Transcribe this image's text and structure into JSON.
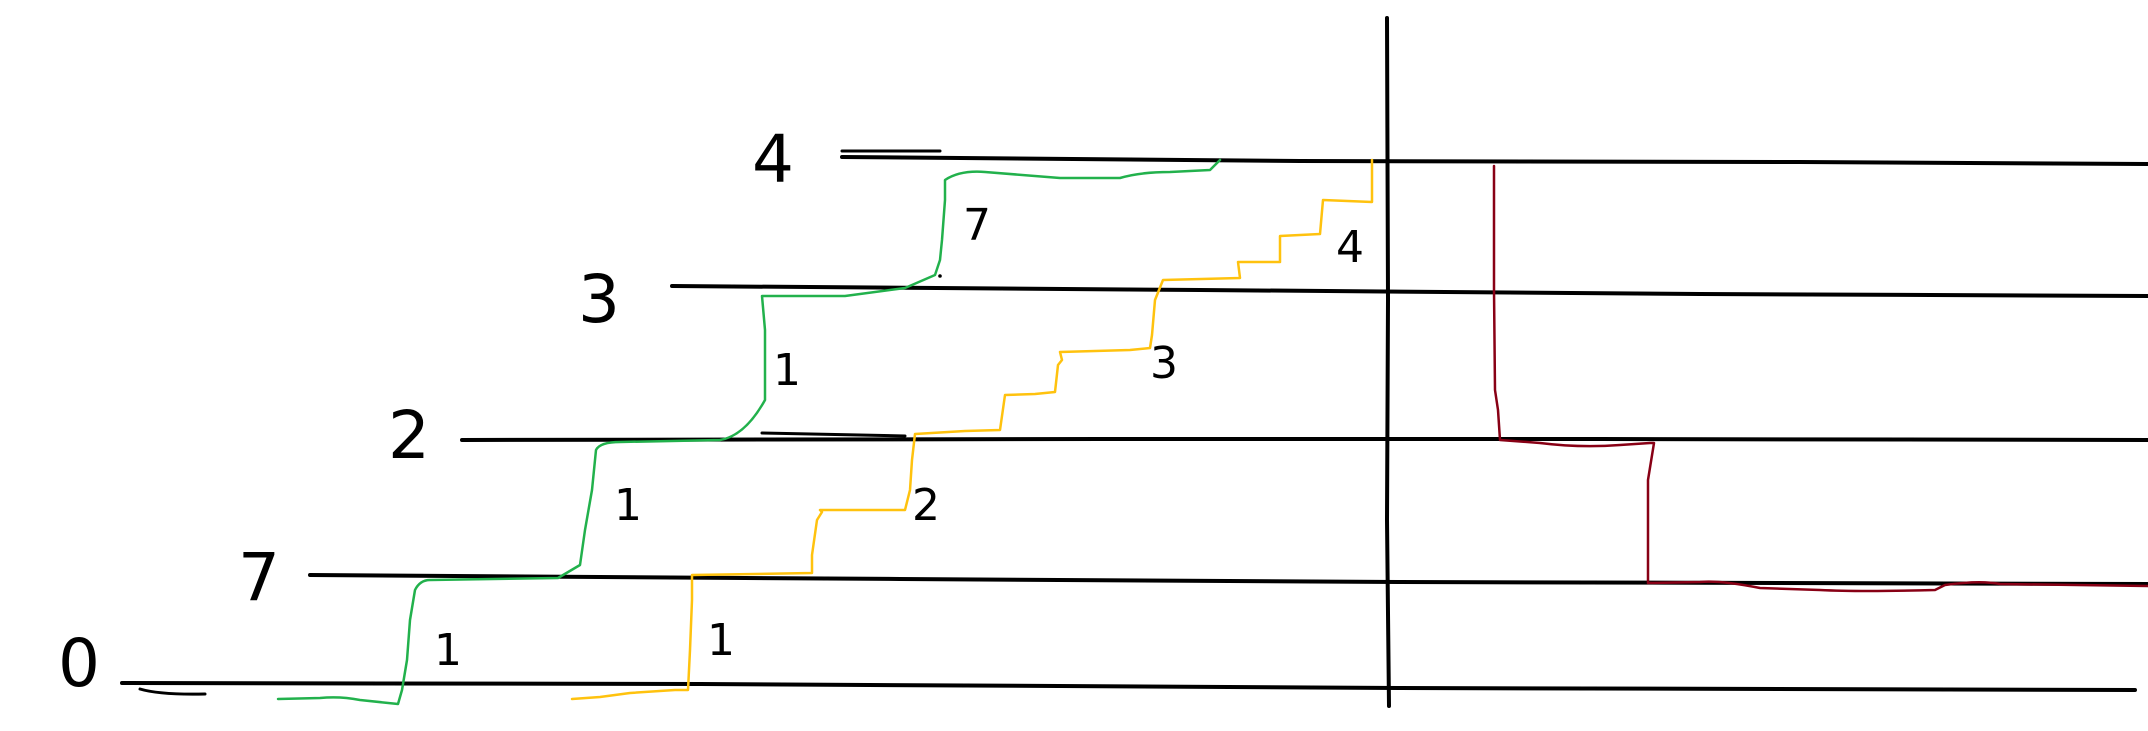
{
  "level_labels": [
    "0",
    "7",
    "2",
    "3",
    "4"
  ],
  "green_step_labels": [
    "1",
    "1",
    "1",
    "7"
  ],
  "yellow_step_labels": [
    "1",
    "2",
    "3",
    "4"
  ],
  "colors": {
    "ink": "#000000",
    "green": "#22b14c",
    "yellow": "#ffc20e",
    "red": "#880015",
    "background": "#ffffff"
  }
}
